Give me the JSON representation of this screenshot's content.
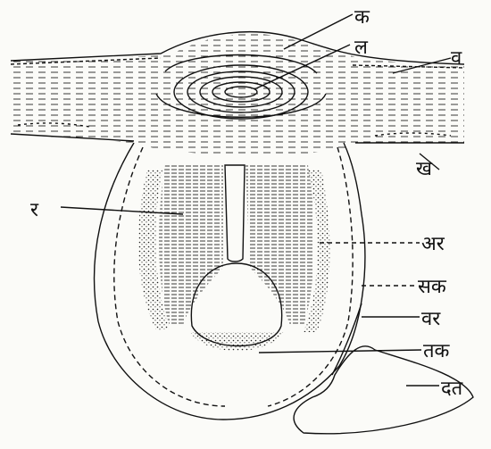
{
  "diagram": {
    "labels": {
      "k": "क",
      "l": "ल",
      "v": "व",
      "kh": "ख",
      "r": "र",
      "ar": "अर",
      "sk": "सक",
      "vr": "वर",
      "tk": "तक",
      "dt": "दत"
    }
  },
  "colors": {
    "ink": "#111111",
    "paper": "#fbfbf8"
  }
}
